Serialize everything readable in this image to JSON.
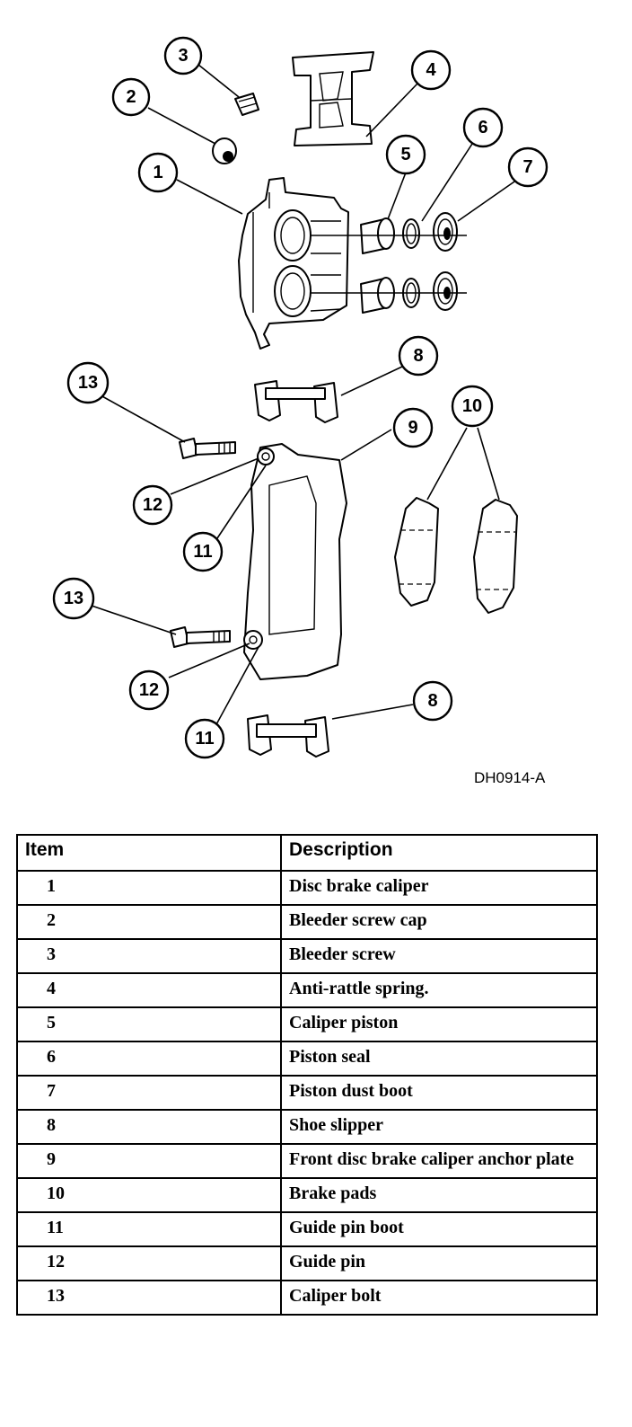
{
  "figure": {
    "code": "DH0914-A",
    "callouts": [
      "1",
      "2",
      "3",
      "4",
      "5",
      "6",
      "7",
      "8",
      "9",
      "10",
      "11",
      "12",
      "13"
    ]
  },
  "table": {
    "headers": {
      "item": "Item",
      "description": "Description"
    },
    "rows": [
      {
        "item": "1",
        "description": "Disc brake caliper"
      },
      {
        "item": "2",
        "description": "Bleeder screw cap"
      },
      {
        "item": "3",
        "description": "Bleeder screw"
      },
      {
        "item": "4",
        "description": "Anti-rattle spring."
      },
      {
        "item": "5",
        "description": "Caliper piston"
      },
      {
        "item": "6",
        "description": "Piston seal"
      },
      {
        "item": "7",
        "description": "Piston dust boot"
      },
      {
        "item": "8",
        "description": "Shoe slipper"
      },
      {
        "item": "9",
        "description": "Front disc brake caliper anchor plate"
      },
      {
        "item": "10",
        "description": "Brake pads"
      },
      {
        "item": "11",
        "description": "Guide pin boot"
      },
      {
        "item": "12",
        "description": "Guide pin"
      },
      {
        "item": "13",
        "description": "Caliper bolt"
      }
    ]
  }
}
